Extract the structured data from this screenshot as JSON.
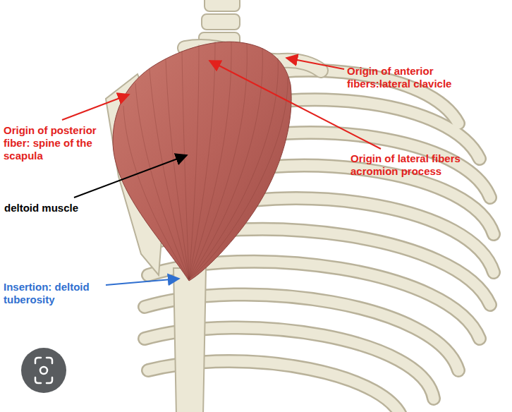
{
  "diagram": {
    "labels": [
      "Origin of anterior fibers:lateral clavicle",
      "Origin of posterior fiber: spine of the scapula",
      "Origin of lateral fibers acromion process",
      "deltoid muscle",
      "Insertion: deltoid tuberosity"
    ]
  }
}
